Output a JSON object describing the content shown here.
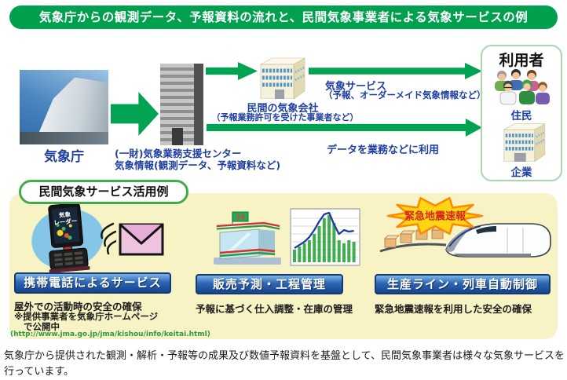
{
  "title": "気象庁からの観測データ、予報資料の流れと、民間気象事業者による気象サービスの例",
  "flow": {
    "jma_label": "気象庁",
    "support_center_line1": "(一財)気象業務支援センター",
    "support_center_line2": "気象情報(観測データ、予報資料など)",
    "company_line1": "民間の気象会社",
    "company_line2": "（予報業務許可を受けた事業者など）",
    "service_arrow_line1": "気象サービス",
    "service_arrow_line2": "（予報、オーダーメイド気象情報など）",
    "data_arrow_label": "データを業務などに利用",
    "users_title": "利用者",
    "residents_label": "住民",
    "companies_label": "企業"
  },
  "examples": {
    "header": "民間気象サービス活用例",
    "mobile": {
      "banner": "携帯電話によるサービス",
      "desc": "屋外での活動時の安全の確保",
      "note_line1": "※提供事業者を気象庁ホームページ",
      "note_line2": "で公開中",
      "url": "(http://www.jma.go.jp/jma/kishou/info/keitai.html)",
      "phone_screen_line1": "気象",
      "phone_screen_line2": "レーダー"
    },
    "sales": {
      "banner": "販売予測・工程管理",
      "desc": "予報に基づく仕入調整・在庫の管理",
      "store_flag": "24"
    },
    "production": {
      "banner": "生産ライン・列車自動制御",
      "desc": "緊急地震速報を利用した安全の確保",
      "eew_badge": "緊急地震速報"
    }
  },
  "caption": "気象庁から提供された観測・解析・予報等の成果及び数値予報資料を基盤として、民間気象事業者は様々な気象サービスを行っています。",
  "colors": {
    "green": "#00a04e",
    "arrow_green": "#00a351",
    "blue_text": "#1e3fa0",
    "banner_blue": "#16458e",
    "cream_bg": "#f7f3c4",
    "eew_red": "#d42a1e"
  }
}
